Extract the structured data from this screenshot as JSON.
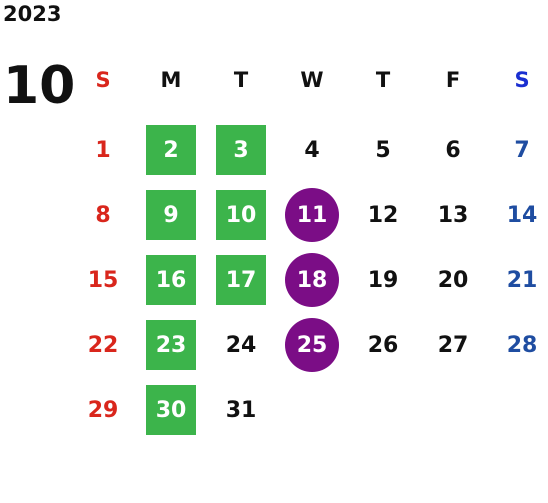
{
  "year": "2023",
  "month": "10",
  "weekdays": [
    "S",
    "M",
    "T",
    "W",
    "T",
    "F",
    "S"
  ],
  "weeks": [
    [
      "",
      "",
      "",
      "",
      "",
      "",
      ""
    ],
    [
      "1",
      "2",
      "3",
      "4",
      "5",
      "6",
      "7"
    ],
    [
      "8",
      "9",
      "10",
      "11",
      "12",
      "13",
      "14"
    ],
    [
      "15",
      "16",
      "17",
      "18",
      "19",
      "20",
      "21"
    ],
    [
      "22",
      "23",
      "24",
      "25",
      "26",
      "27",
      "28"
    ],
    [
      "29",
      "30",
      "31",
      "",
      "",
      "",
      ""
    ]
  ],
  "highlight_colors": {
    "green": "#3cb44b",
    "purple": "#7b0d86",
    "sunday": "#d9261c",
    "saturday": "#1f4da1"
  },
  "green_days": [
    "2",
    "3",
    "9",
    "10",
    "16",
    "17",
    "23",
    "30"
  ],
  "purple_days": [
    "11",
    "18",
    "25"
  ]
}
